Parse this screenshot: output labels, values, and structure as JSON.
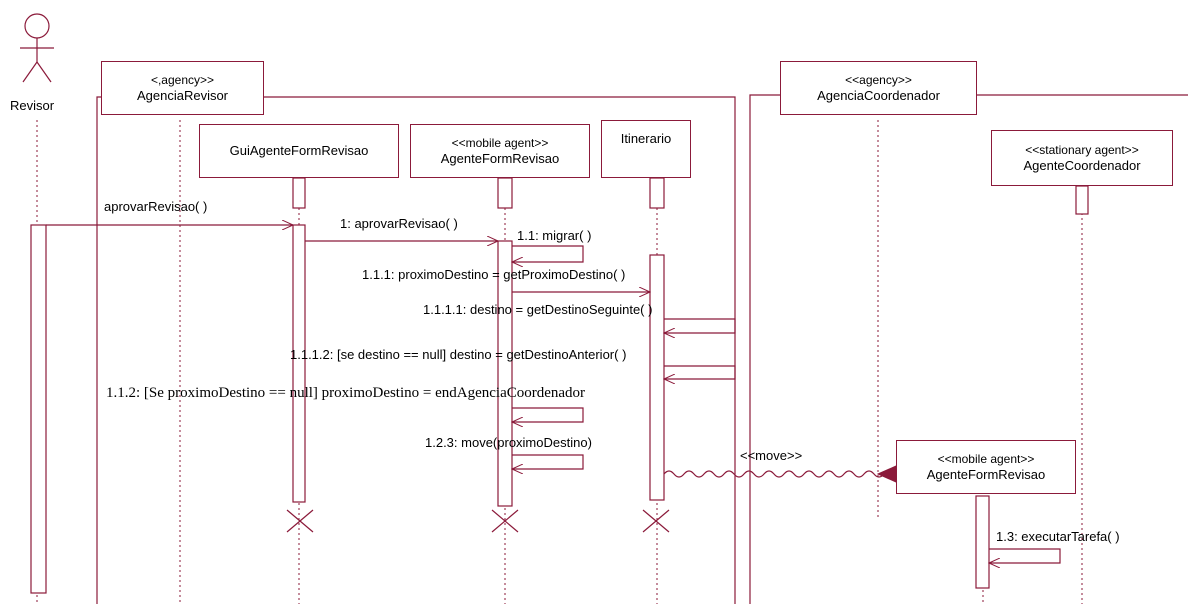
{
  "actor": {
    "name": "Revisor"
  },
  "containers": [
    {
      "id": "agencia-revisor",
      "stereotype": "<,agency>>",
      "name": "AgenciaRevisor"
    },
    {
      "id": "agencia-coordenador",
      "stereotype": "<<agency>>",
      "name": "AgenciaCoordenador"
    }
  ],
  "objects": [
    {
      "id": "gui",
      "stereotype": "",
      "name": "GuiAgenteFormRevisao"
    },
    {
      "id": "agente-form",
      "stereotype": "<<mobile agent>>",
      "name": "AgenteFormRevisao"
    },
    {
      "id": "itinerario",
      "stereotype": "",
      "name": "Itinerario"
    },
    {
      "id": "coordenador",
      "stereotype": "<<stationary agent>>",
      "name": "AgenteCoordenador"
    },
    {
      "id": "agente-form-moved",
      "stereotype": "<<mobile agent>>",
      "name": "AgenteFormRevisao"
    }
  ],
  "messages": [
    {
      "id": "m0",
      "text": "aprovarRevisao( )"
    },
    {
      "id": "m1",
      "text": "1: aprovarRevisao( )"
    },
    {
      "id": "m2",
      "text": "1.1: migrar( )"
    },
    {
      "id": "m3",
      "text": "1.1.1: proximoDestino = getProximoDestino( )"
    },
    {
      "id": "m4",
      "text": "1.1.1.1: destino = getDestinoSeguinte( )"
    },
    {
      "id": "m5",
      "text": "1.1.1.2: [se destino == null] destino = getDestinoAnterior( )"
    },
    {
      "id": "m6",
      "text": "1.1.2: [Se proximoDestino == null] proximoDestino = endAgenciaCoordenador"
    },
    {
      "id": "m7",
      "text": "1.2.3: move(proximoDestino)"
    },
    {
      "id": "m8",
      "text": "<<move>>"
    },
    {
      "id": "m9",
      "text": "1.3: executarTarefa( )"
    }
  ],
  "colors": {
    "line": "#8b1a3a",
    "text": "#000000",
    "background": "#ffffff"
  }
}
